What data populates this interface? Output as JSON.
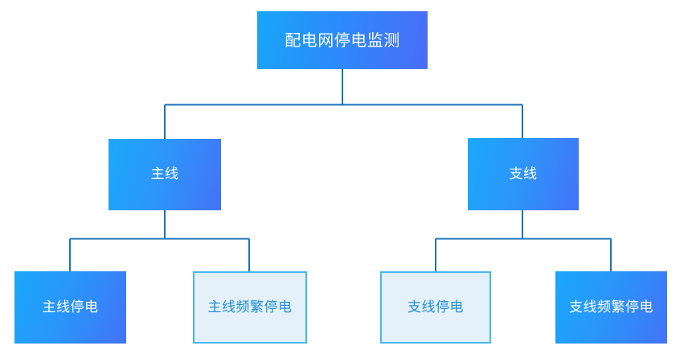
{
  "diagram": {
    "type": "hierarchy-tree",
    "title": "配电网停电监测",
    "orientation": "top-down",
    "colors": {
      "gradient_start": "#18a6f8",
      "gradient_mid": "#2b8bfb",
      "gradient_end": "#4a6cf7",
      "outline_border": "#45b7f0",
      "outline_fill": "#e4f0fa",
      "outline_text": "#1f8fd8",
      "connector_line": "#1d73b8",
      "filled_text": "#ffffff",
      "background": "#ffffff"
    },
    "nodes": {
      "root": {
        "label": "配电网停电监测",
        "style": "filled"
      },
      "level2": [
        {
          "id": "main-line",
          "label": "主线",
          "style": "filled"
        },
        {
          "id": "branch-line",
          "label": "支线",
          "style": "filled"
        }
      ],
      "level3": [
        {
          "id": "main-line-outage",
          "label": "主线停电",
          "style": "filled",
          "parent": "main-line"
        },
        {
          "id": "main-line-frequent-outage",
          "label": "主线频繁停电",
          "style": "outlined",
          "parent": "main-line"
        },
        {
          "id": "branch-line-outage",
          "label": "支线停电",
          "style": "outlined",
          "parent": "branch-line"
        },
        {
          "id": "branch-line-frequent-outage",
          "label": "支线频繁停电",
          "style": "filled",
          "parent": "branch-line"
        }
      ]
    },
    "edges": [
      {
        "from": "root",
        "to": "main-line"
      },
      {
        "from": "root",
        "to": "branch-line"
      },
      {
        "from": "main-line",
        "to": "main-line-outage"
      },
      {
        "from": "main-line",
        "to": "main-line-frequent-outage"
      },
      {
        "from": "branch-line",
        "to": "branch-line-outage"
      },
      {
        "from": "branch-line",
        "to": "branch-line-frequent-outage"
      }
    ]
  }
}
